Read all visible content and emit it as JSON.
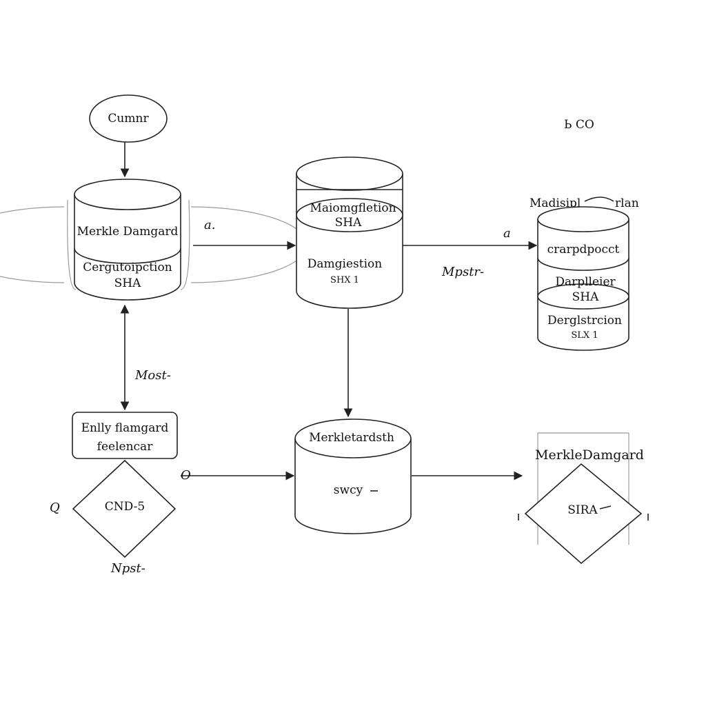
{
  "colors": {
    "stroke": "#222222",
    "background": "#ffffff",
    "text": "#111111"
  },
  "corner_label": "Ь CO",
  "nodes": {
    "cumnr": {
      "label": "Cumnr"
    },
    "left_cylinder": {
      "top": "Merkle Damgard",
      "line1": "Cergutoipction",
      "line2": "SHA"
    },
    "center_cylinder": {
      "line1": "Maiomgfletion",
      "line2": "SHA",
      "line3": "Damgiestion",
      "line4": "SHX 1"
    },
    "right_stack": {
      "title": "Madisipl",
      "title_tail": "rlan",
      "seg1": "crarpdpocct",
      "seg2a": "Darplleier",
      "seg2b": "SHA",
      "seg3a": "Derglstrcion",
      "seg3b": "SLX 1"
    },
    "box": {
      "line1": "Enlly flamgard",
      "line2": "feelencar"
    },
    "diamond_left": {
      "label": "CND-5"
    },
    "bottom_cylinder": {
      "line1": "Merkletardsth",
      "line2": "swcy"
    },
    "bottom_right": {
      "title": "MerkleDamgard",
      "label": "SIRA"
    }
  },
  "edge_labels": {
    "a_left": "a.",
    "a_right": "a",
    "mpstr": "Mpstr-",
    "most": "Most-",
    "npst": "Npst-",
    "o": "O",
    "q": "Q"
  }
}
